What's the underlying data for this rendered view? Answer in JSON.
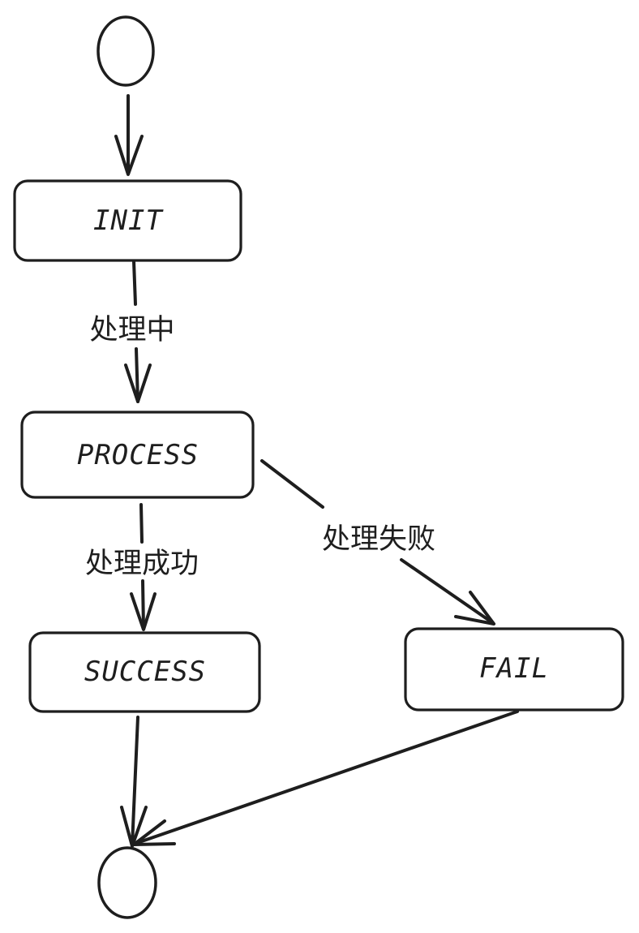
{
  "diagram": {
    "type": "state-machine",
    "states": {
      "init": "INIT",
      "process": "PROCESS",
      "success": "SUCCESS",
      "fail": "FAIL"
    },
    "transitions": [
      {
        "from": "start",
        "to": "INIT",
        "label": ""
      },
      {
        "from": "INIT",
        "to": "PROCESS",
        "label": "处理中"
      },
      {
        "from": "PROCESS",
        "to": "SUCCESS",
        "label": "处理成功"
      },
      {
        "from": "PROCESS",
        "to": "FAIL",
        "label": "处理失败"
      },
      {
        "from": "SUCCESS",
        "to": "end",
        "label": ""
      },
      {
        "from": "FAIL",
        "to": "end",
        "label": ""
      }
    ],
    "edge_labels": {
      "init_to_process": "处理中",
      "process_to_success": "处理成功",
      "process_to_fail": "处理失败"
    },
    "colors": {
      "stroke": "#1e1e1e",
      "background": "#ffffff"
    }
  }
}
